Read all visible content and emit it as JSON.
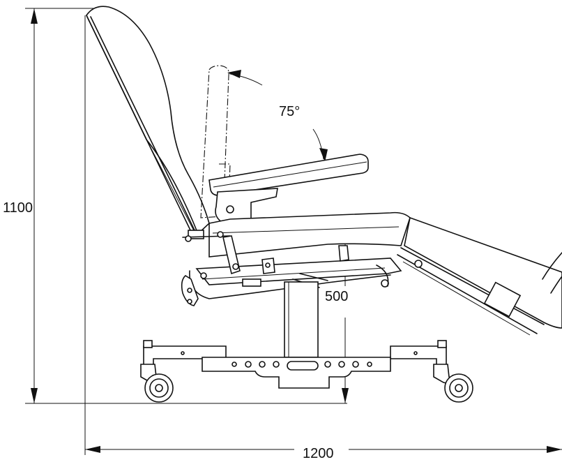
{
  "dimensions": {
    "height_total": "1100",
    "width_total": "1200",
    "seat_height": "500",
    "backrest_tilt": "75°"
  }
}
